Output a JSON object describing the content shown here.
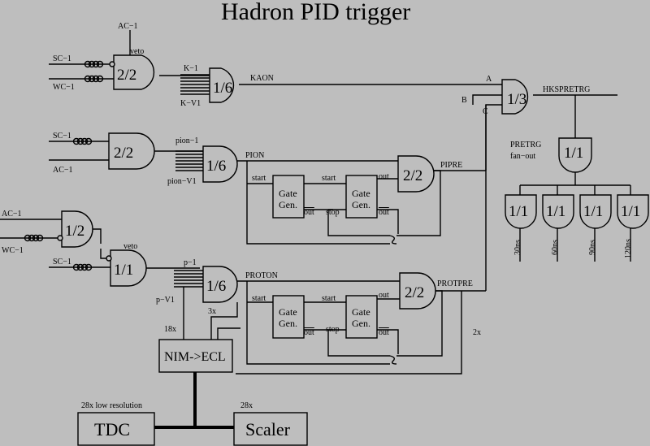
{
  "title": "Hadron PID trigger",
  "gates": {
    "kaon_coinc": "2/2",
    "kaon_majority": "1/6",
    "hks_or": "1/3",
    "fanout": "1/1",
    "pion_coinc": "2/2",
    "pion_majority": "1/6",
    "pipre": "2/2",
    "proton_veto": "1/2",
    "proton_sc": "1/1",
    "proton_majority": "1/6",
    "protpre": "2/2"
  },
  "gategen": {
    "line1": "Gate",
    "line2": "Gen."
  },
  "modules": {
    "nim_ecl": "NIM->ECL",
    "tdc": "TDC",
    "scaler": "Scaler"
  },
  "labels": {
    "ac1": "AC−1",
    "veto": "veto",
    "sc1": "SC−1",
    "wc1": "WC−1",
    "k1": "K−1",
    "kv1": "K−V1",
    "kaon": "KAON",
    "a": "A",
    "b": "B",
    "c": "C",
    "hkspretrg": "HKSPRETRG",
    "pretrg": "PRETRG",
    "fanout": "fan−out",
    "d30": "30ns",
    "d60": "60ns",
    "d90": "90ns",
    "d120": "120ns",
    "pion1": "pion−1",
    "pionv1": "pion−V1",
    "pion": "PION",
    "start": "start",
    "stop": "stop",
    "out": "out",
    "pipre": "PIPRE",
    "p1": "p−1",
    "pv1": "p−V1",
    "proton": "PROTON",
    "x3": "3x",
    "x18": "18x",
    "protpre": "PROTPRE",
    "x2": "2x",
    "x28_low": "28x low resolution",
    "x28": "28x"
  }
}
